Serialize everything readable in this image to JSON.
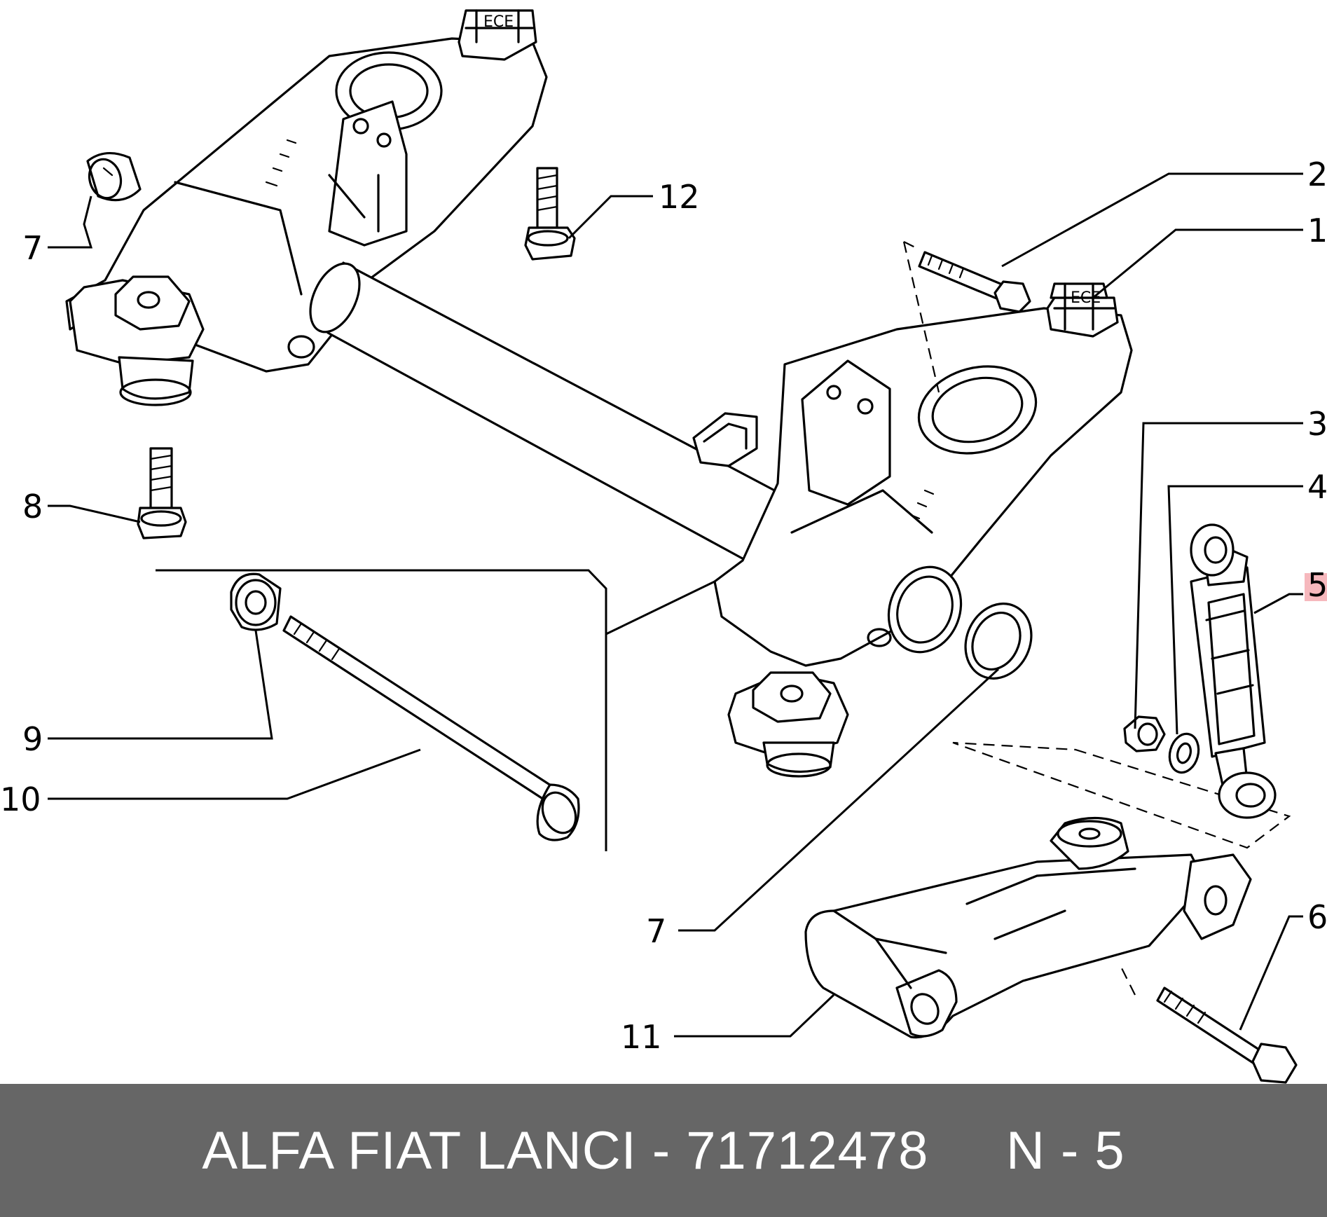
{
  "footer": {
    "text": "ALFA FIAT LANCI - 71712478     N - 5",
    "background": "#666666"
  },
  "callouts": [
    "2",
    "1",
    "12",
    "7",
    "3",
    "4",
    "5",
    "8",
    "9",
    "10",
    "7",
    "6",
    "11"
  ],
  "highlighted_callout": "5",
  "highlight_color": "#f6b8bd"
}
